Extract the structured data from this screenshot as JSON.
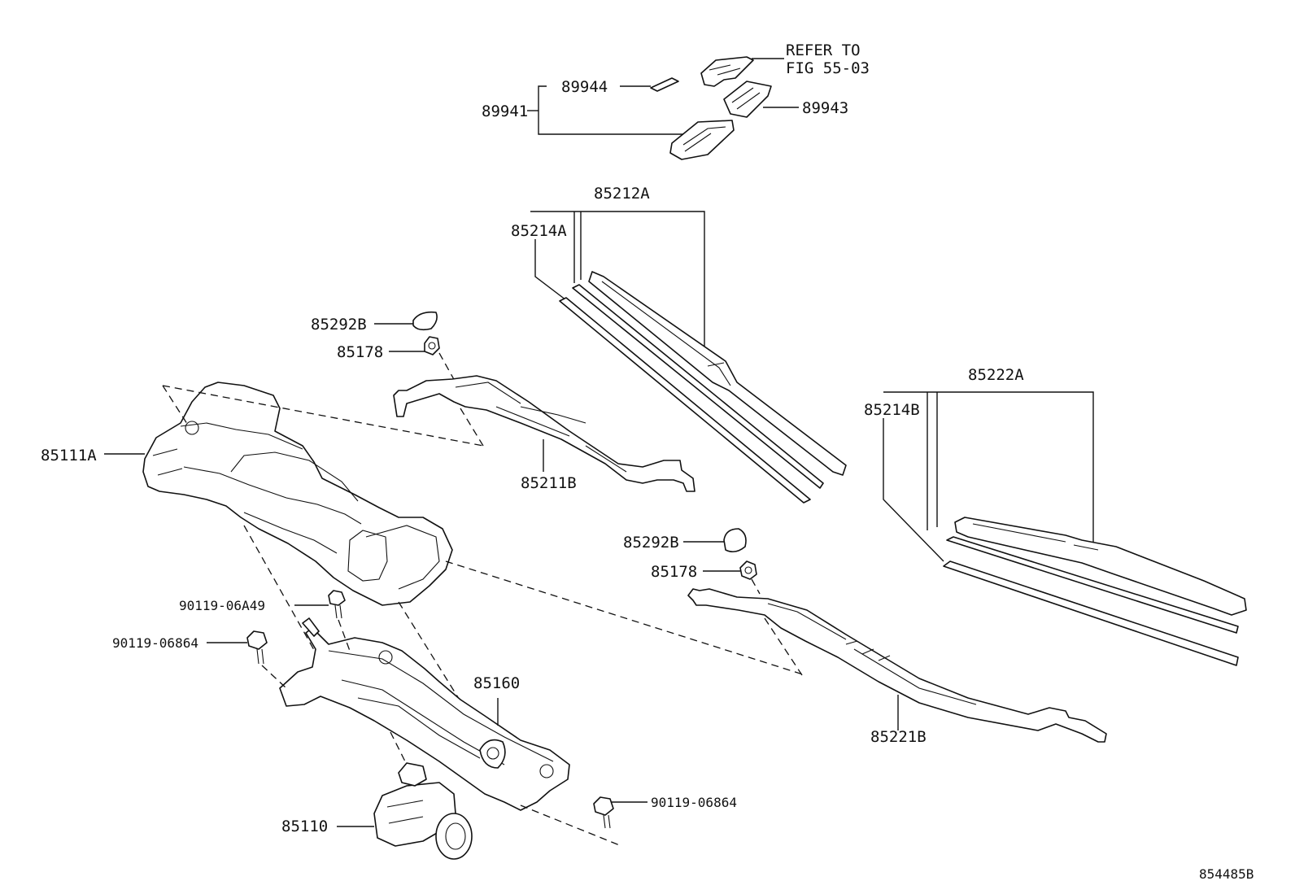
{
  "labels": {
    "refer_to_line1": "REFER TO",
    "refer_to_line2": "FIG 55-03",
    "p89941": "89941",
    "p89944": "89944",
    "p89943": "89943",
    "p85212A": "85212A",
    "p85214A": "85214A",
    "p85292B_upper": "85292B",
    "p85178_upper": "85178",
    "p85211B": "85211B",
    "p85111A": "85111A",
    "p85222A": "85222A",
    "p85214B": "85214B",
    "p85292B_lower": "85292B",
    "p85178_lower": "85178",
    "p90119_06A49": "90119-06A49",
    "p90119_06864_left": "90119-06864",
    "p85160": "85160",
    "p85221B": "85221B",
    "p85110": "85110",
    "p90119_06864_right": "90119-06864",
    "figure_code": "854485B"
  }
}
